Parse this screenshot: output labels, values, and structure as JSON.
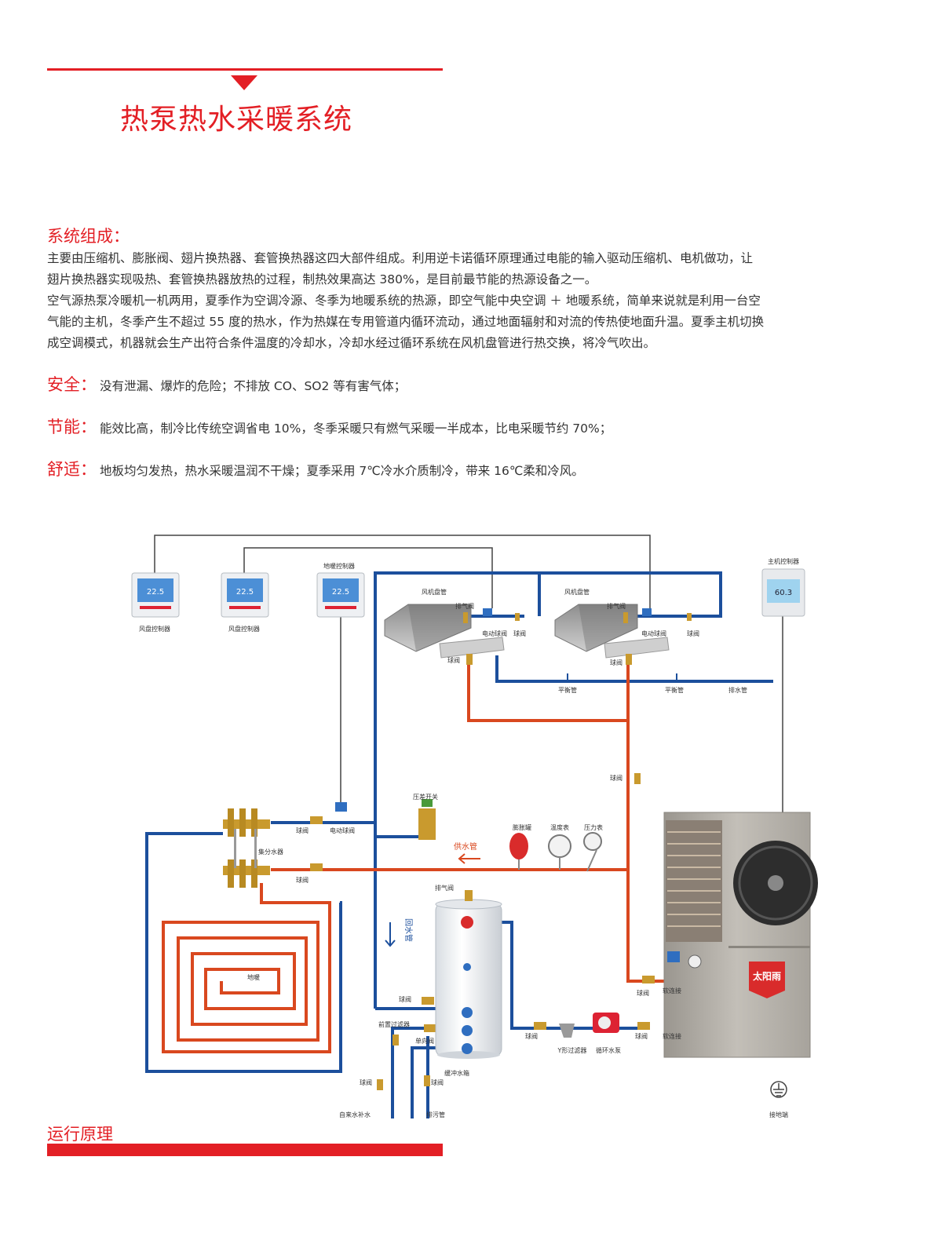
{
  "header": {
    "title": "热泵热水采暖系统"
  },
  "composition": {
    "heading": "系统组成：",
    "para1_line1": "主要由压缩机、膨胀阀、翅片换热器、套管换热器这四大部件组成。利用逆卡诺循环原理通过电能的输入驱动压缩机、电机做功，让",
    "para1_line2": "翅片换热器实现吸热、套管换热器放热的过程，制热效果高达 380%，是目前最节能的热源设备之一。",
    "para2_line1": "空气源热泵冷暖机一机两用，夏季作为空调冷源、冬季为地暖系统的热源，即空气能中央空调 ＋ 地暖系统，简单来说就是利用一台空",
    "para2_line2": "气能的主机，冬季产生不超过 55 度的热水，作为热媒在专用管道内循环流动，通过地面辐射和对流的传热使地面升温。夏季主机切换",
    "para2_line3": "成空调模式，机器就会生产出符合条件温度的冷却水，冷却水经过循环系统在风机盘管进行热交换，将冷气吹出。"
  },
  "features": [
    {
      "key": "安全：",
      "text": "没有泄漏、爆炸的危险；不排放 CO、SO2 等有害气体；"
    },
    {
      "key": "节能：",
      "text": "能效比高，制冷比传统空调省电 10%，冬季采暖只有燃气采暖一半成本，比电采暖节约 70%；"
    },
    {
      "key": "舒适：",
      "text": "地板均匀发热，热水采暖温润不干燥；夏季采用 7℃冷水介质制冷，带来 16℃柔和冷风。"
    }
  ],
  "diagram": {
    "labels": {
      "fan_ctrl_1": "风盘控制器",
      "fan_ctrl_2": "风盘控制器",
      "floor_ctrl": "地暖控制器",
      "main_ctrl": "主机控制器",
      "fcu_1": "风机盘管",
      "fcu_2": "风机盘管",
      "vent_1": "排气阀",
      "vent_2": "排气阀",
      "ev_1": "电动球阀",
      "ev_2": "电动球阀",
      "bv_fcu1_out": "球阀",
      "bv_fcu2_out": "球阀",
      "bv_fcu1_in": "球阀",
      "bv_fcu2_in": "球阀",
      "balance_1": "平衡管",
      "balance_2": "平衡管",
      "drain": "排水管",
      "bv_riser": "球阀",
      "dp_switch": "压差开关",
      "exp_tank": "膨胀罐",
      "thermo": "温度表",
      "pressure": "压力表",
      "supply": "供水管",
      "bv_manifold_top": "球阀",
      "ev_manifold": "电动球阀",
      "manifold": "集分水器",
      "bv_manifold_bot": "球阀",
      "return": "回水管",
      "tank_vent": "排气阀",
      "floor": "地暖",
      "bv_return": "球阀",
      "prefilter": "前置过滤器",
      "check": "单向阀",
      "buffer": "缓冲水箱",
      "bv_makeup": "球阀",
      "bv_drain": "球阀",
      "makeup": "自来水补水",
      "drain_pipe": "排污管",
      "bv_pump": "球阀",
      "yfilter": "Y形过滤器",
      "pump": "循环水泵",
      "bv_unit_bot": "球阀",
      "soft_bot": "软连接",
      "bv_unit_top": "球阀",
      "soft_top": "软连接",
      "ground": "接地端",
      "brand": "太阳雨"
    },
    "thermostat_display": "22.5",
    "main_ctrl_display": "60.3",
    "colors": {
      "supply": "#d9481f",
      "return": "#1c4f9c",
      "wire": "#444444",
      "accent": "#e31f25"
    }
  },
  "footer": {
    "title": "运行原理"
  }
}
